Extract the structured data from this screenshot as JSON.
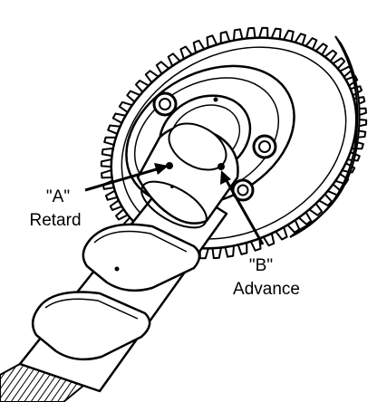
{
  "callouts": {
    "a": {
      "letter": "\"A\"",
      "name": "Retard"
    },
    "b": {
      "letter": "\"B\"",
      "name": "Advance"
    }
  },
  "colors": {
    "ink": "#000000",
    "paper": "#ffffff"
  },
  "icons": {
    "gear": "camshaft-sprocket-gear-icon",
    "hub": "camshaft-hub-icon",
    "bolts": "hub-bolt-icon"
  }
}
